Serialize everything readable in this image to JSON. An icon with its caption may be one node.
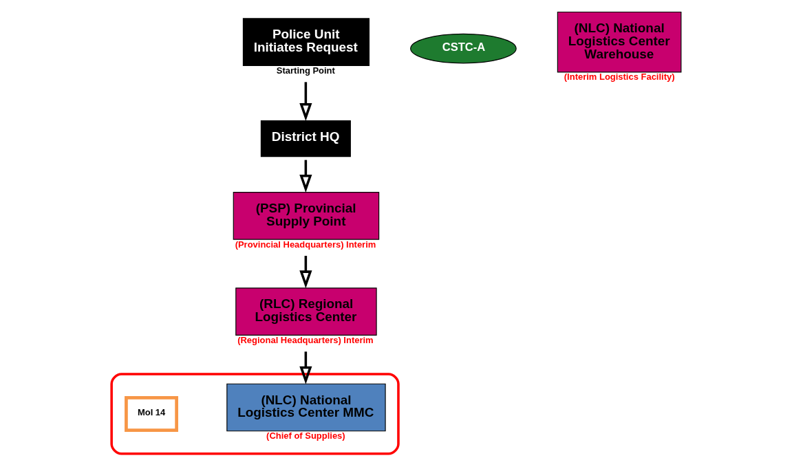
{
  "diagram": {
    "nodes": [
      {
        "text": [
          "(PSP) Provincial Supply Point"
        ],
        "beside": [
          "(Provincial Headquarters) Interim"
        ]
      },
      {
        "text": [
          "(RLC) Regional Logistics Center"
        ],
        "beside": [
          "(Regional Headquarters) Interim"
        ]
      },
      {
        "text": [],
        "shape": "ellipse"
      },
      {
        "text": [
          "(NLC) National Logistics Center MMC"
        ],
        "beside": [
          "(Chief of Supplies)"
        ],
        "in": 2
      },
      {
        "text": [
          "MoI 14"
        ],
        "in": 2
      },
      {
        "text": [
          "CSTC-A"
        ]
      },
      {
        "text": [
          "(NLC) National Logistics Center Warehouse"
        ],
        "beside": [
          "(Interim Logistics Facility)"
        ]
      },
      {
        "text": [
          "District HQ"
        ]
      },
      {
        "text": [
          "Police Unit Initiates Request"
        ],
        "beside": [
          "Starting Point"
        ]
      }
    ],
    "edges": [
      {
        "from": 8,
        "to": 7,
        "arrow": "to"
      },
      {
        "from": 7,
        "to": 0,
        "arrow": "to"
      },
      {
        "from": 0,
        "to": 1,
        "arrow": "to"
      },
      {
        "from": 1,
        "to": 3,
        "arrow": "to"
      }
    ]
  }
}
